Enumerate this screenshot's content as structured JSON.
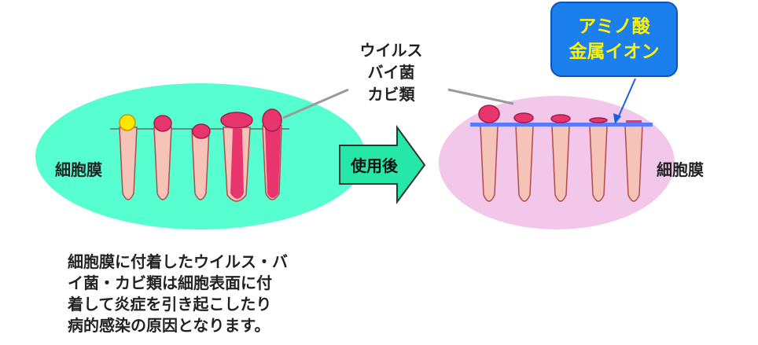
{
  "labels": {
    "cell_membrane_left": "細胞膜",
    "cell_membrane_right": "細胞膜",
    "pathogens": [
      "ウイルス",
      "バイ菌",
      "カビ類"
    ],
    "after_use": "使用後",
    "amino": [
      "アミノ酸",
      "金属イオン"
    ],
    "description": [
      "細胞膜に付着したウイルス・バ",
      "イ菌・カビ類は細胞表面に付",
      "着して炎症を引き起こしたり",
      "病的感染の原因となります。"
    ]
  },
  "colors": {
    "left_cell": "#56fed0",
    "right_cell": "#f2c7ea",
    "villi_fill": "#f6c3b8",
    "villi_stroke": "#b24b4b",
    "pathogen": "#e8356d",
    "yellow_pathogen": "#ffe600",
    "arrow": "#26e7a8",
    "membrane_line": "#5b7bff",
    "amino_box": "#1b7fee",
    "amino_text": "#fff200"
  }
}
